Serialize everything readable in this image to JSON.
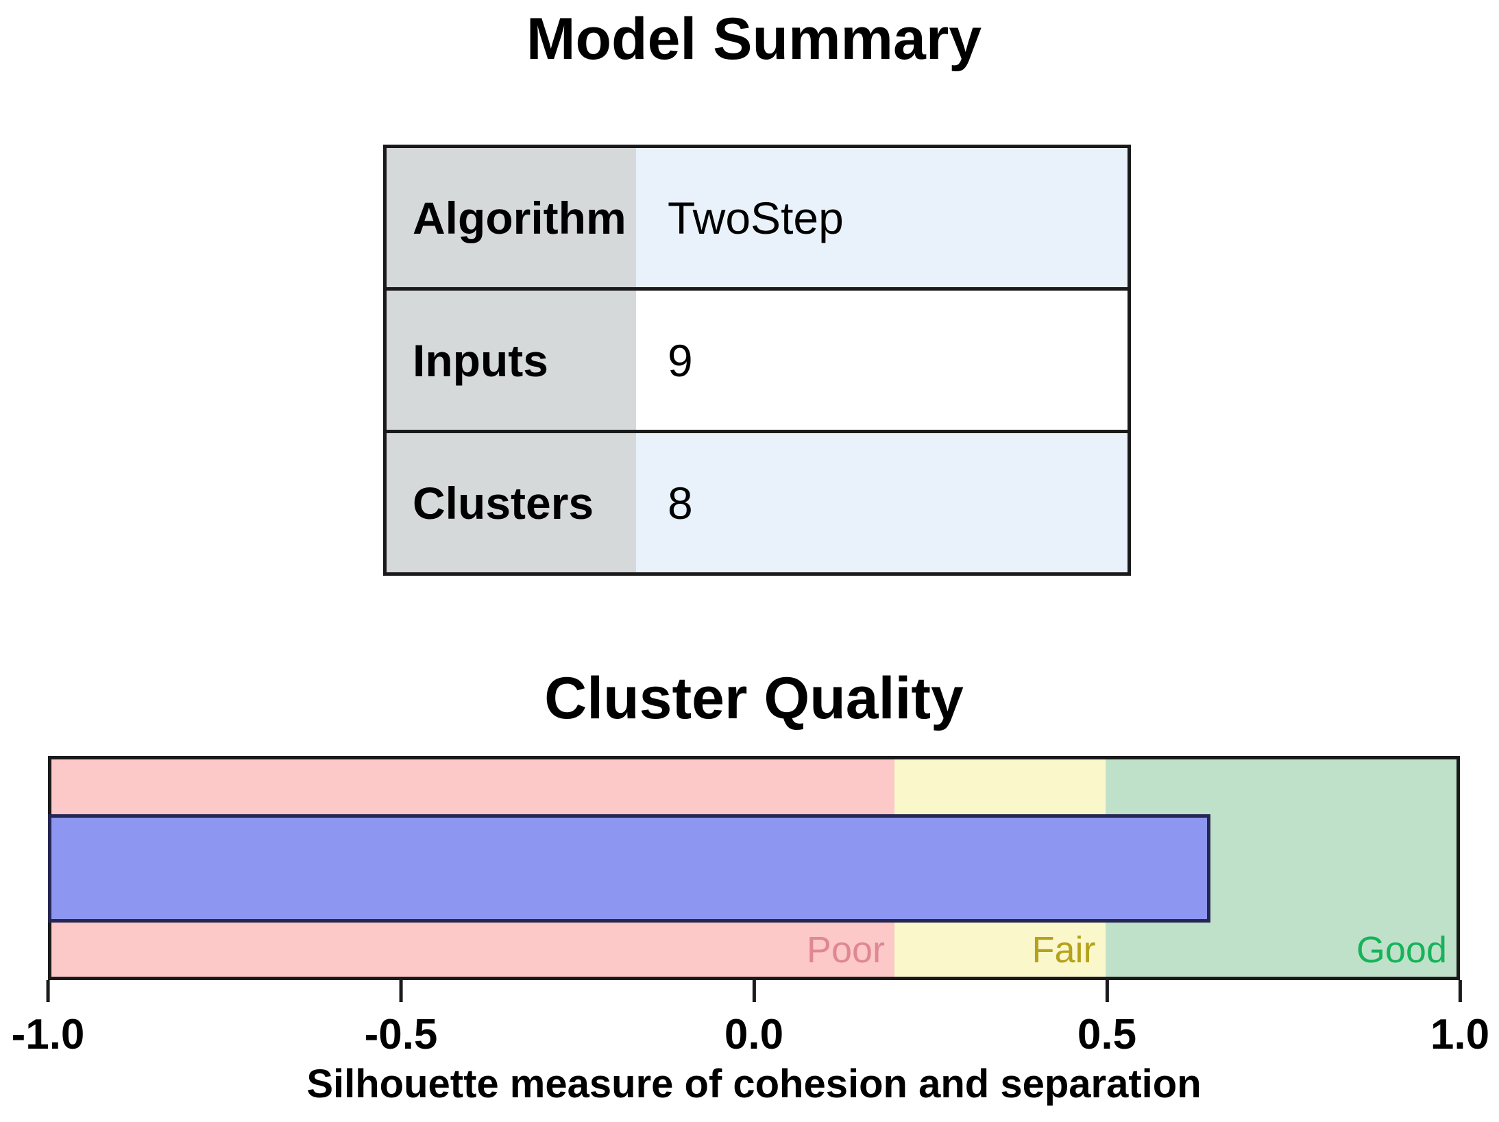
{
  "model_summary": {
    "title": "Model Summary",
    "label_fill": "#d6d9da",
    "rows": [
      {
        "label": "Algorithm",
        "value": "TwoStep",
        "row_fill": "#e9f2fb"
      },
      {
        "label": "Inputs",
        "value": "9",
        "row_fill": "#ffffff"
      },
      {
        "label": "Clusters",
        "value": "8",
        "row_fill": "#e9f2fb"
      }
    ]
  },
  "cluster_quality": {
    "title": "Cluster Quality",
    "axis": {
      "min": -1.0,
      "max": 1.0,
      "title": "Silhouette measure of cohesion and separation",
      "ticks": [
        {
          "value": -1.0,
          "label": "-1.0"
        },
        {
          "value": -0.5,
          "label": "-0.5"
        },
        {
          "value": 0.0,
          "label": "0.0"
        },
        {
          "value": 0.5,
          "label": "0.5"
        },
        {
          "value": 1.0,
          "label": "1.0"
        }
      ]
    },
    "zones": [
      {
        "label": "Poor",
        "from": -1.0,
        "to": 0.2,
        "fill": "#fcc8c8",
        "label_color": "#de8795"
      },
      {
        "label": "Fair",
        "from": 0.2,
        "to": 0.5,
        "fill": "#faf7cb",
        "label_color": "#b5a21c"
      },
      {
        "label": "Good",
        "from": 0.5,
        "to": 1.0,
        "fill": "#c0e1c9",
        "label_color": "#16b35a"
      }
    ],
    "bar": {
      "value": 0.65,
      "fill": "#8d96f0",
      "border": "#262653"
    }
  },
  "chart_data": {
    "type": "bar",
    "orientation": "horizontal",
    "title": "Cluster Quality",
    "xlabel": "Silhouette measure of cohesion and separation",
    "xlim": [
      -1.0,
      1.0
    ],
    "xticks": [
      -1.0,
      -0.5,
      0.0,
      0.5,
      1.0
    ],
    "series": [
      {
        "name": "Silhouette measure",
        "values": [
          0.65
        ]
      }
    ],
    "zones": [
      {
        "label": "Poor",
        "range": [
          -1.0,
          0.2
        ]
      },
      {
        "label": "Fair",
        "range": [
          0.2,
          0.5
        ]
      },
      {
        "label": "Good",
        "range": [
          0.5,
          1.0
        ]
      }
    ],
    "grid": false,
    "legend": "none",
    "companion_table": {
      "title": "Model Summary",
      "rows": [
        [
          "Algorithm",
          "TwoStep"
        ],
        [
          "Inputs",
          "9"
        ],
        [
          "Clusters",
          "8"
        ]
      ]
    }
  }
}
